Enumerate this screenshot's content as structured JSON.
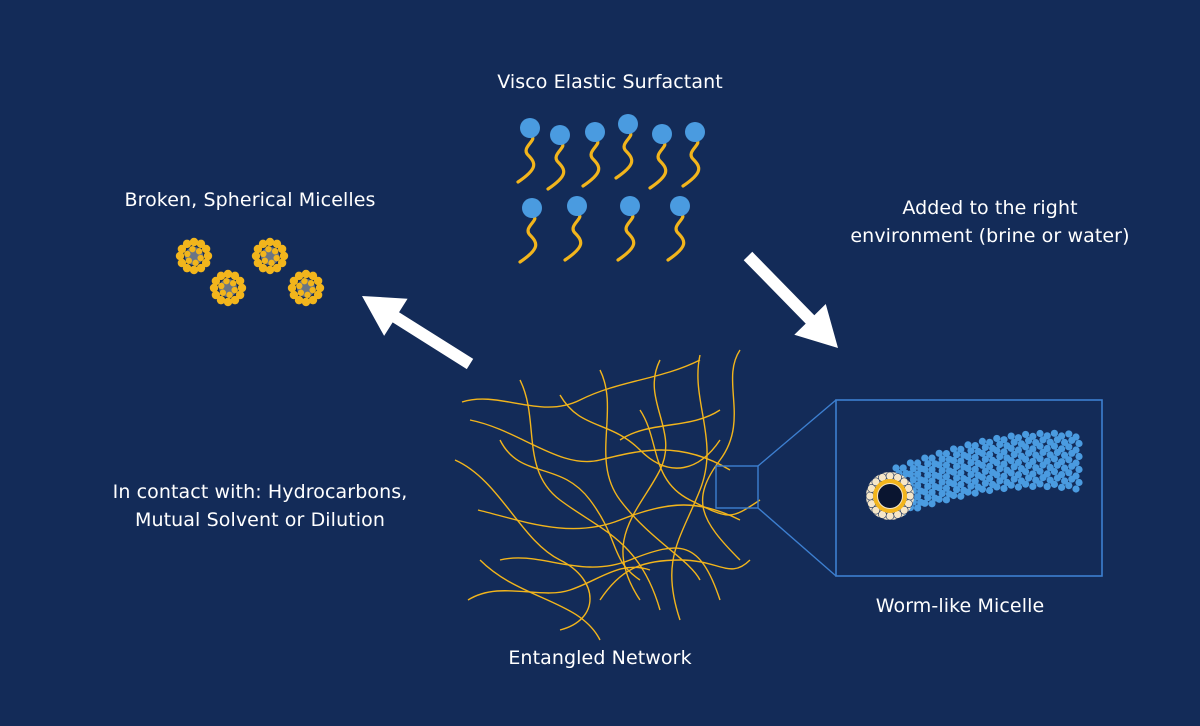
{
  "diagram": {
    "labels": {
      "ves": "Visco Elastic Surfactant",
      "broken": "Broken, Spherical Micelles",
      "added_line1": "Added to the right",
      "added_line2": "environment (brine or water)",
      "contact_line1": "In contact with: Hydrocarbons,",
      "contact_line2": "Mutual Solvent or Dilution",
      "entangled": "Entangled Network",
      "worm": "Worm-like Micelle"
    },
    "colors": {
      "background": "#132b58",
      "head": "#4a9be0",
      "tail": "#f2b51c",
      "core": "#6a7585",
      "arrow": "#ffffff",
      "frame": "#3d7fd0",
      "worm_bead": "#4a9be0",
      "worm_end_ring": "#f2b51c",
      "worm_end_outer": "#f5e6c8",
      "worm_core": "#0a1530"
    }
  }
}
